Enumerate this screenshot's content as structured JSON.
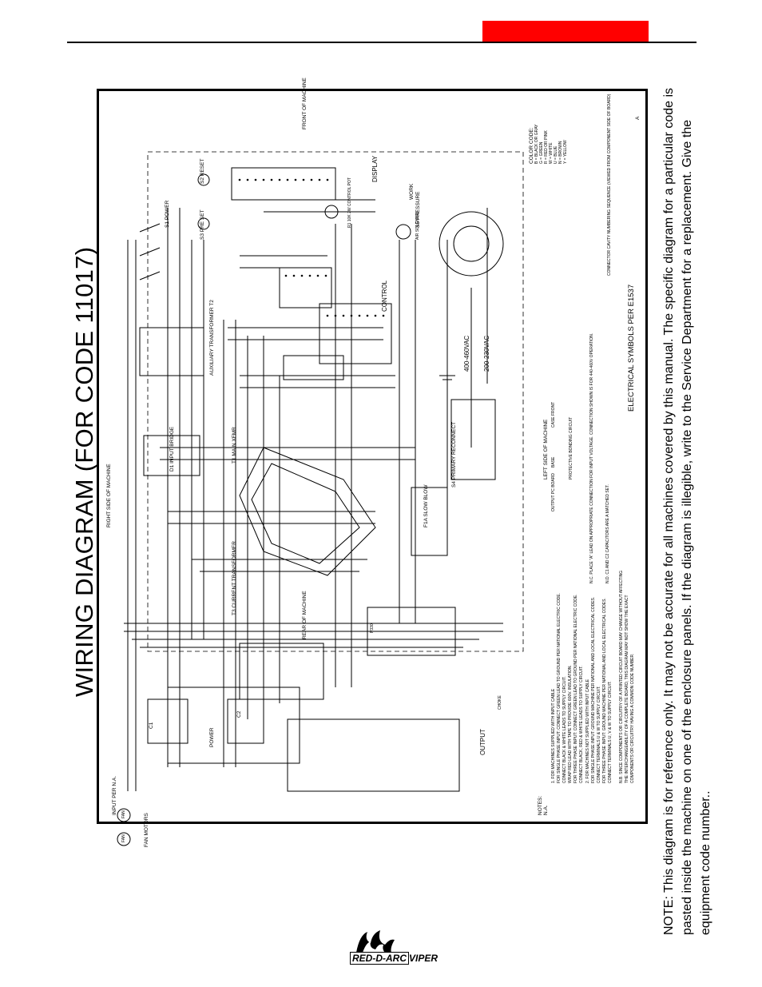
{
  "header": {
    "title": "WIRING DIAGRAM (FOR CODE 11017)",
    "accent_color": "#ff0000"
  },
  "diagram": {
    "side_labels": {
      "front": "FRONT OF MACHINE",
      "rear": "REAR OF MACHINE",
      "right": "RIGHT SIDE OF MACHINE",
      "left": "LEFT SIDE OF MACHINE"
    },
    "components": {
      "input": "INPUT PER N.A.",
      "fan_motors": "FAN MOTORS",
      "fan": "FAN",
      "power": "POWER",
      "c1": "C1",
      "c2": "C2",
      "d1": "D1 INPUT BRIDGE",
      "t1": "T1 MAIN XFMR",
      "t2": "AUXILIARY TRANSFORMER T2",
      "t3": "T3 CURRENT TRANSFORMER",
      "s1": "S1 POWER",
      "s2": "S2 RESET",
      "s3": "S3 PRE SET",
      "s4": "S4 PRIMARY RECONNECT",
      "s5": "S5 PRESSURE",
      "fuse": "F1A SLOW BLOW",
      "control": "CONTROL",
      "display": "DISPLAY",
      "output": "OUTPUT",
      "work": "WORK",
      "air_solenoid": "AIR SOLENOID",
      "control_pot": "R1 10K 2W CONTROL POT",
      "choke": "CHOKE",
      "p330": "P330",
      "v_460": "400-460VAC",
      "v_230": "200-230VAC"
    },
    "legend": {
      "output_pc_board": "OUTPUT PC BOARD",
      "base": "BASE",
      "case_front": "CASE FRONT",
      "bonding": "PROTECTIVE BONDING CIRCUIT",
      "color_code_title": "COLOR CODE:",
      "color_codes": [
        "B = BLACK OR GRAY",
        "G = GREEN",
        "R = RED OR PINK",
        "W = WHITE",
        "U = BLUE",
        "N = BROWN",
        "Y = YELLOW"
      ],
      "cavity": "CONNECTOR CAVITY NUMBERING SEQUENCE (VIEWED FROM COMPONENT SIDE OF BOARD)",
      "symbols": "ELECTRICAL SYMBOLS PER E1537",
      "rev": "A"
    },
    "notes_block": {
      "heading": "NOTES:",
      "na": "N.A.",
      "lines": [
        "1. FOR MACHINES SUPPLIED WITH INPUT CABLE",
        "FOR SINGLE PHASE INPUT: CONNECT GREEN LEAD TO GROUND PER NATIONAL ELECTRIC CODE.",
        "CONNECT BLACK & WHITE LEADS TO SUPPLY CIRCUIT.",
        "WRAP RED LEAD WITH TAPE TO PROVIDE 600V. INSULATION.",
        "FOR THREE PHASE INPUT: CONNECT GREEN LEAD TO GROUND PER NATIONAL ELECTRIC CODE.",
        "CONNECT BLACK, RED & WHITE LEADS TO SUPPLY CIRCUIT.",
        "2. FOR MACHINES NOT SUPPLIED WITH INPUT CABLE",
        "FOR SINGLE PHASE INPUT: GROUND MACHINE PER NATIONAL AND LOCAL ELECTRICAL CODES.",
        "CONNECT TERMINALS U & W TO SUPPLY CIRCUIT.",
        "FOR THREE PHASE INPUT: GROUND MACHINE PER NATIONAL AND LOCAL ELECTRICAL CODES.",
        "CONNECT TERMINALS U, V & W TO SUPPLY CIRCUIT.",
        "N.B. SINCE COMPONENTS OR CIRCUITRY OF A PRINTED CIRCUIT BOARD MAY CHANGE WITHOUT AFFECTING",
        "THE INTERCHANGEABILITY OF A COMPLETE BOARD, THIS DIAGRAM MAY NOT SHOW THE EXACT",
        "COMPONENTS OR CIRCUITRY HAVING A COMMON CODE NUMBER."
      ],
      "nc": "N.C. PLACE \"A\" LEAD ON APPROPRIATE CONNECTION FOR INPUT VOLTAGE. CONNECTION SHOWN IS FOR 440-460V OPERATION.",
      "nd": "N.D. C1 AND C2 CAPACITORS ARE A MATCHED SET."
    }
  },
  "note": "NOTE:  This diagram is for reference only.   It may not be accurate for all machines covered by this manual.  The specific diagram for a particular code is pasted inside the machine on one of the enclosure panels.  If the diagram is illegible, write to the Service Department for a replacement.  Give the equipment code number..",
  "footer": {
    "brand": "RED-D-ARC",
    "model": "VIPER"
  }
}
